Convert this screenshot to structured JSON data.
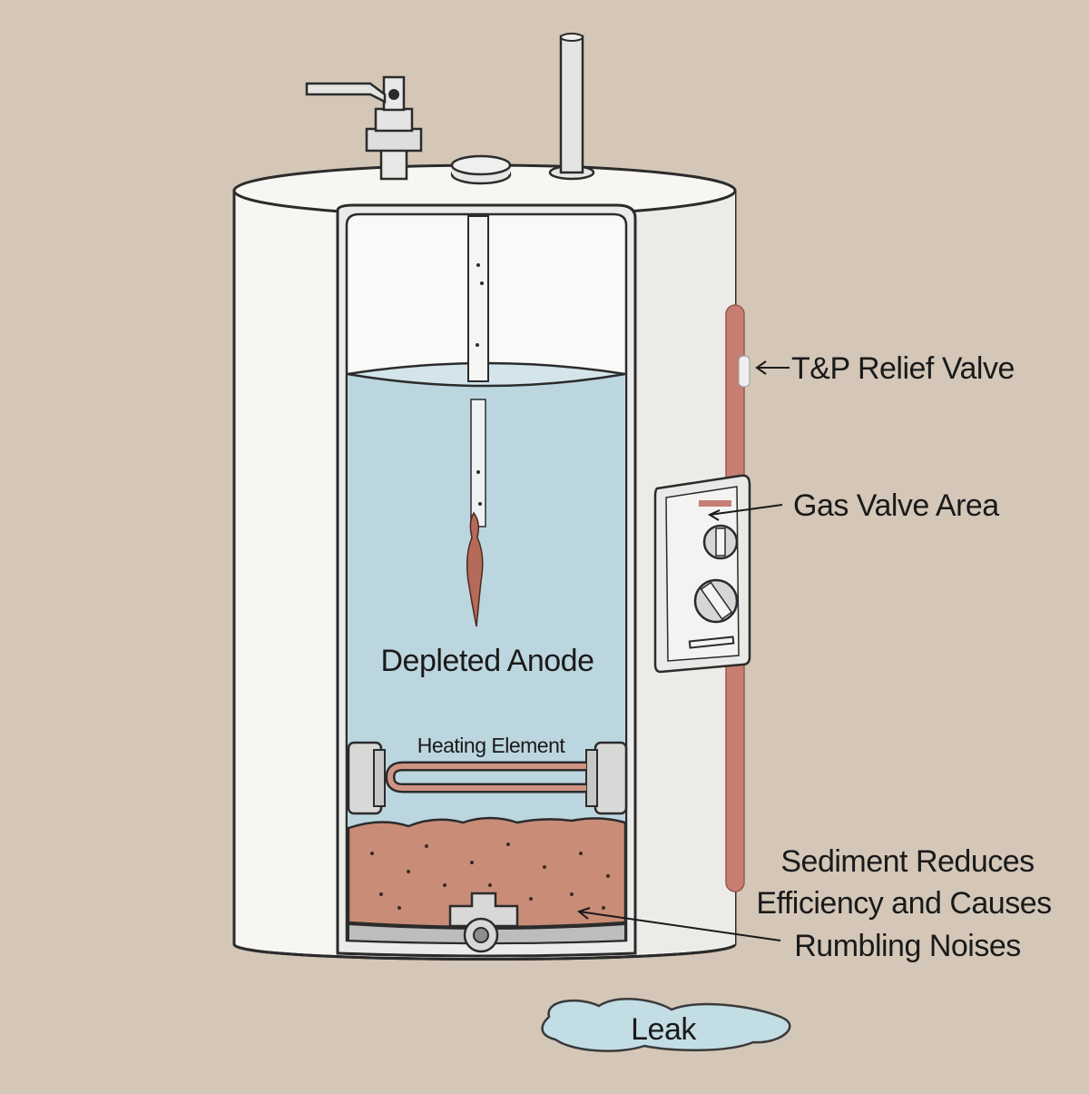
{
  "diagram": {
    "labels": {
      "tp_relief_valve": "T&P Relief Valve",
      "gas_valve_area": "Gas Valve Area",
      "depleted_anode": "Depleted Anode",
      "heating_element": "Heating Element",
      "sediment_line_1": "Sediment Reduces",
      "sediment_line_2": "Efficiency and Causes",
      "sediment_line_3": "Rumbling Noises",
      "leak": "Leak"
    },
    "colors": {
      "background": "#d4c7b8",
      "tank_body": "#f7f6f3",
      "water": "#bcd6df",
      "sediment": "#c98c77",
      "relief_pipe": "#c67e72",
      "outline": "#2b2b2b"
    }
  }
}
